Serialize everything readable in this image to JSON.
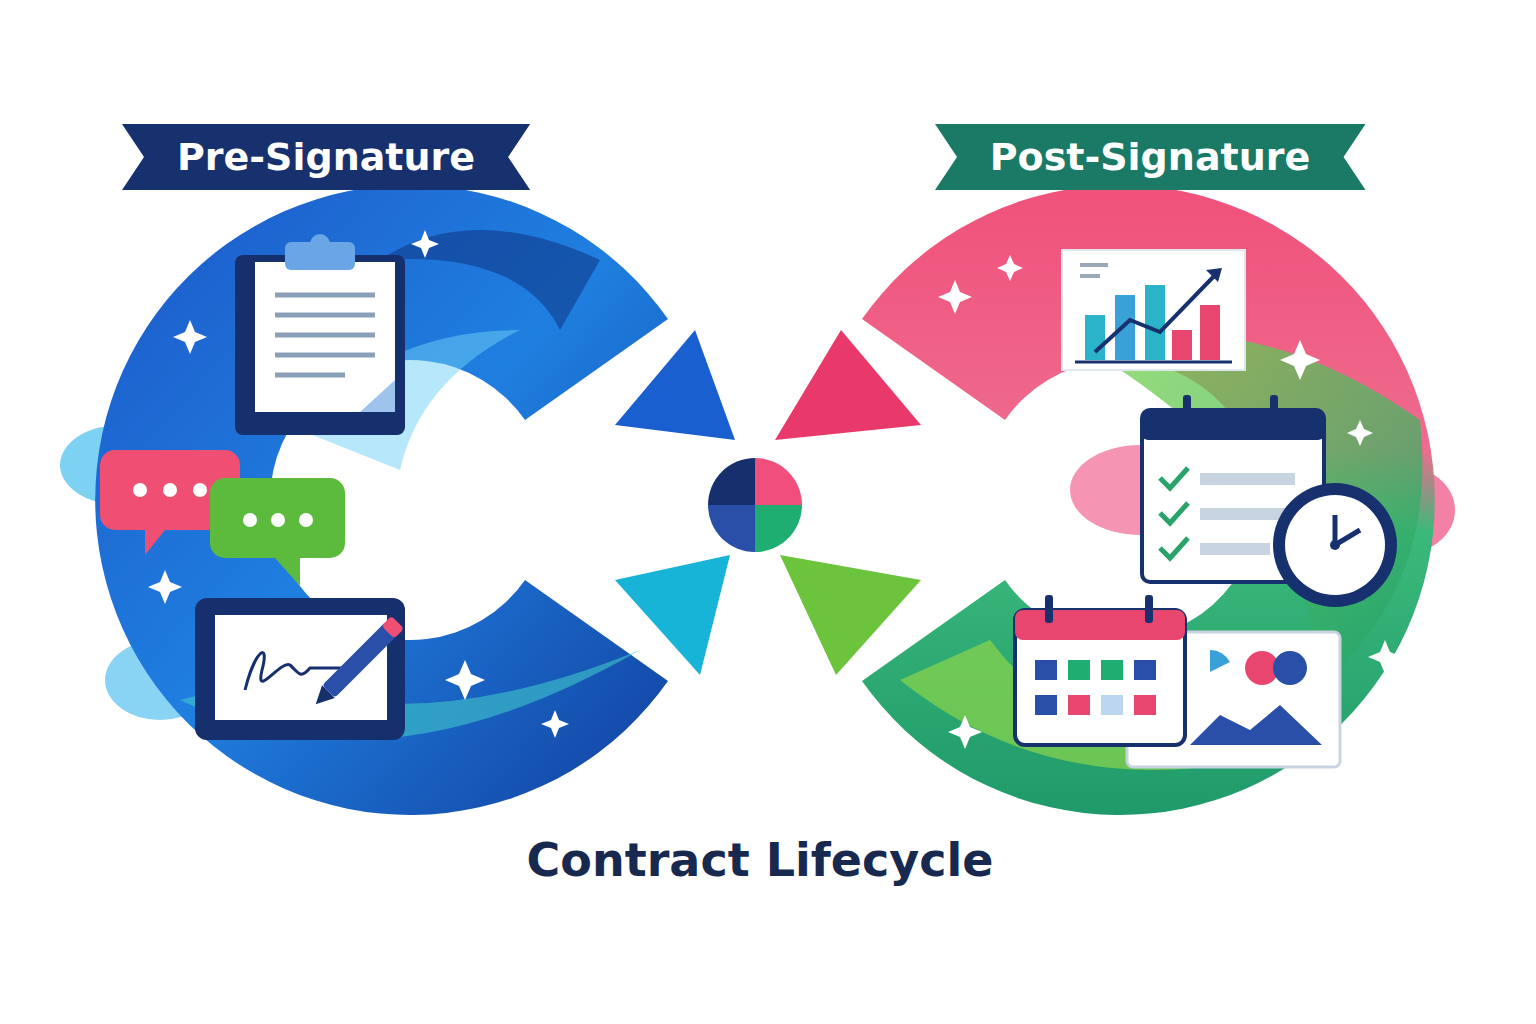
{
  "diagram": {
    "title": "Contract Lifecycle",
    "nodes": [
      {
        "text": [
          "Pre-Signature"
        ]
      },
      {
        "text": [
          "Post-Signature"
        ]
      }
    ]
  }
}
